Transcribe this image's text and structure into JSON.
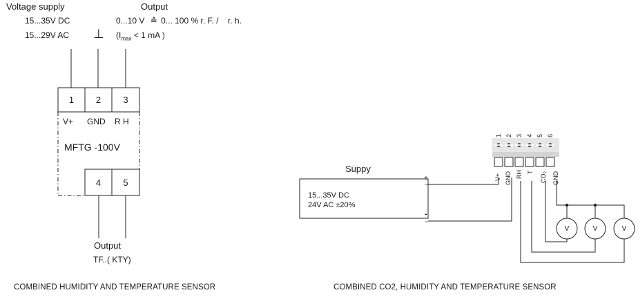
{
  "left": {
    "voltage_supply": {
      "title": "Voltage supply",
      "dc": "15...35V DC",
      "ac": "15...29V AC"
    },
    "ground_symbol": "⊥",
    "output_top": {
      "title": "Output",
      "range": "0...10 V",
      "equiv": "≙",
      "range2": "0... 100 % r. F. /",
      "rh": "r. h.",
      "imax_prefix": "(I",
      "imax_sub": "max",
      "imax_suffix": "< 1 mA )"
    },
    "terminals_top": [
      "1",
      "2",
      "3"
    ],
    "terminal_labels": [
      "V+",
      "GND",
      "R H"
    ],
    "model": "MFTG -100V",
    "terminals_bottom": [
      "4",
      "5"
    ],
    "output_bottom": {
      "title": "Output",
      "type": "TF..( KTY)"
    },
    "caption": "COMBINED HUMIDITY AND TEMPERATURE SENSOR"
  },
  "right": {
    "supply_title": "Suppy",
    "supply_dc": "15...35V DC",
    "supply_ac": "24V AC ±20%",
    "plus": "+",
    "minus": "-",
    "tilde_top": "~",
    "tilde_bottom": "~",
    "pin_numbers": [
      "1",
      "2",
      "3",
      "4",
      "5",
      "6"
    ],
    "pin_labels": [
      "V+",
      "GND",
      "RH",
      "T",
      "CO₂",
      "GND"
    ],
    "meters": [
      "V",
      "V",
      "V"
    ],
    "caption": "COMBINED CO2, HUMIDITY AND TEMPERATURE SENSOR"
  }
}
